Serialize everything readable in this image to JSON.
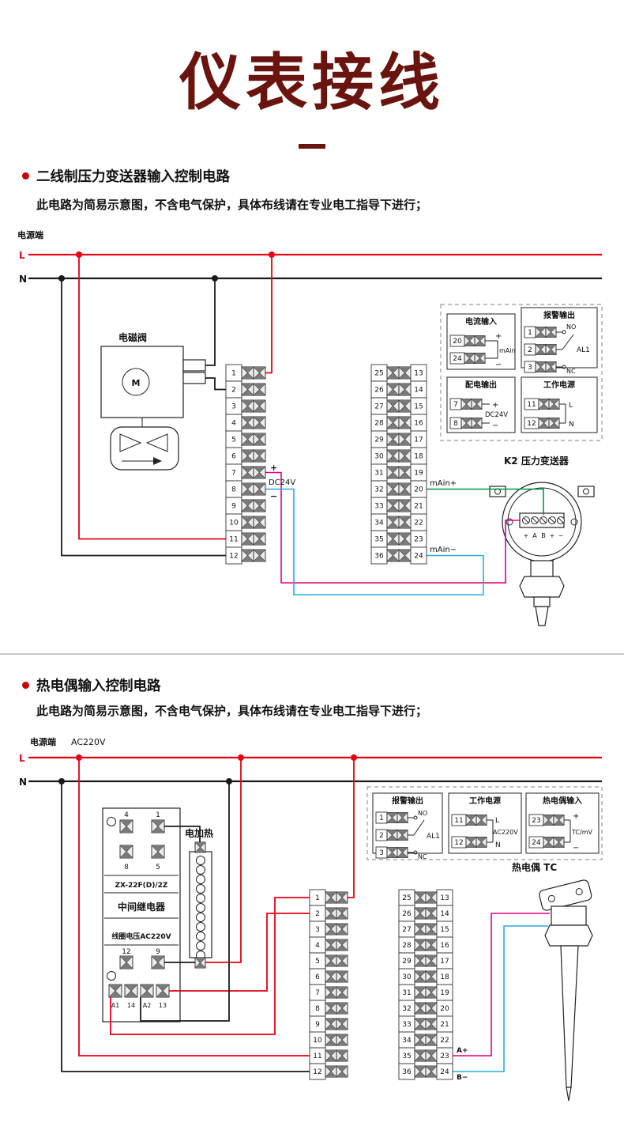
{
  "title": "仪表接线",
  "colors": {
    "brand": "#69140f",
    "wire_red": "#e60012",
    "wire_black": "#1a1a1a",
    "wire_magenta": "#e4007f",
    "wire_cyan": "#29abe2",
    "wire_green": "#009944"
  },
  "instrument": {
    "left": [
      "1",
      "2",
      "3",
      "4",
      "5",
      "6",
      "7",
      "8",
      "9",
      "10",
      "11",
      "12"
    ],
    "mid_left": [
      "25",
      "26",
      "27",
      "28",
      "29",
      "30",
      "31",
      "32",
      "33",
      "34",
      "35",
      "36"
    ],
    "mid_right": [
      "13",
      "14",
      "15",
      "16",
      "17",
      "18",
      "19",
      "20",
      "21",
      "22",
      "23",
      "24"
    ]
  },
  "section1": {
    "heading": "二线制压力变送器输入控制电路",
    "note": "此电路为简易示意图，不含电气保护，具体布线请在专业电工指导下进行；",
    "power_label": "电源端",
    "l": "L",
    "n": "N",
    "solenoid": {
      "label": "电磁阀",
      "motor": "M"
    },
    "dc24v": {
      "plus": "+",
      "label": "DC24V",
      "minus": "−"
    },
    "main_plus": "mAin+",
    "main_minus": "mAin−",
    "panel": {
      "current_input": {
        "title": "电流输入",
        "t1": "20",
        "t2": "24",
        "plus": "+",
        "minus": "−",
        "label": "mAin"
      },
      "alarm": {
        "title": "报警输出",
        "t1": "1",
        "t2": "2",
        "t3": "3",
        "no": "NO",
        "nc": "NC",
        "label": "AL1"
      },
      "dist": {
        "title": "配电输出",
        "t1": "7",
        "t2": "8",
        "plus": "+",
        "minus": "−",
        "label": "DC24V"
      },
      "work": {
        "title": "工作电源",
        "t1": "11",
        "t2": "12",
        "l": "L",
        "n": "N"
      }
    },
    "transmitter": {
      "label": "K2 压力变送器",
      "pins": [
        "+",
        "A",
        "B",
        "+",
        "−"
      ]
    }
  },
  "section2": {
    "heading": "热电偶输入控制电路",
    "note": "此电路为简易示意图，不含电气保护，具体布线请在专业电工指导下进行；",
    "power_label": "电源端",
    "voltage": "AC220V",
    "l": "L",
    "n": "N",
    "relay": {
      "top1": "4",
      "top2": "1",
      "mid1": "8",
      "mid2": "5",
      "model": "ZX-22F(D)/2Z",
      "name": "中间继电器",
      "coil": "线圈电压AC220V",
      "low1": "12",
      "low2": "9",
      "b1": "A1",
      "b2": "14",
      "b3": "A2",
      "b4": "13"
    },
    "heater_label": "电加热",
    "panel": {
      "alarm": {
        "title": "报警输出",
        "t1": "1",
        "t2": "2",
        "t3": "3",
        "no": "NO",
        "nc": "NC",
        "label": "AL1"
      },
      "work": {
        "title": "工作电源",
        "t1": "11",
        "t2": "12",
        "l": "L",
        "n": "N",
        "v": "AC220V"
      },
      "tc": {
        "title": "热电偶输入",
        "t1": "23",
        "t2": "24",
        "plus": "+",
        "minus": "−",
        "label": "TC/mV"
      }
    },
    "tc": {
      "label": "热电偶 TC",
      "a": "A+",
      "b": "B−"
    }
  }
}
